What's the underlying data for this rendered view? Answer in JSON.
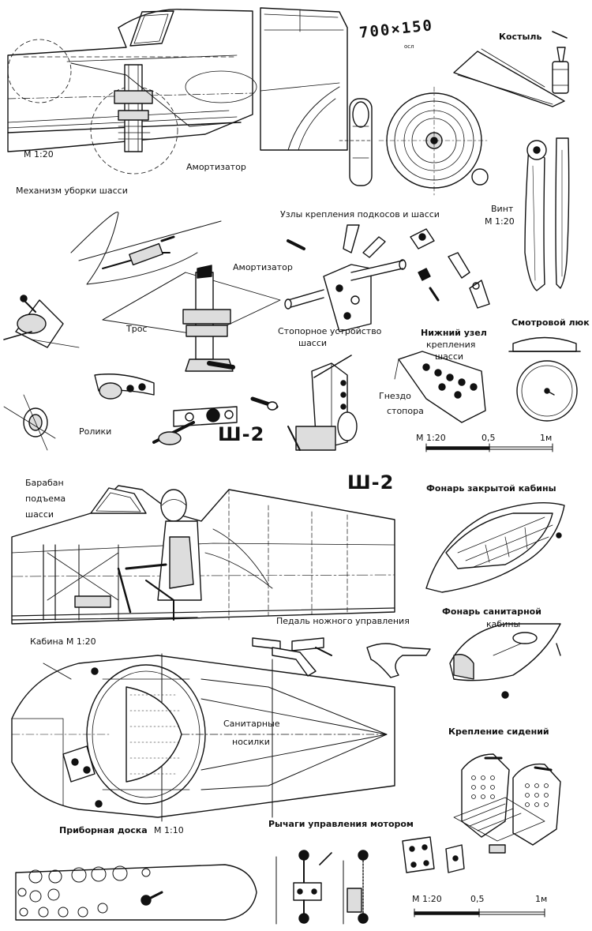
{
  "top": {
    "scale_label": "М 1:20",
    "retraction_title": "Механизм уборки шасси",
    "shock_absorber_1": "Амортизатор",
    "tire_size": "700×150",
    "tire_sub": "осл",
    "tail_skid": "Костыль",
    "propeller": "Винт",
    "propeller_scale": "М 1:20"
  },
  "middle": {
    "mounts_title": "Узлы крепления подкосов и шасси",
    "shock_absorber_2": "Амортизатор",
    "cable": "Трос",
    "lock_device": "Стопорное устройство",
    "lock_device_2": "шасси",
    "lower_mount_1": "Нижний узел",
    "lower_mount_2": "крепления",
    "lower_mount_3": "шасси",
    "lock_socket_1": "Гнездо",
    "lock_socket_2": "стопора",
    "inspection_hatch": "Смотровой люк",
    "rollers": "Ролики",
    "model_name": "Ш-2",
    "scale_bar": {
      "left": "М 1:20",
      "mid": "0,5",
      "right": "1м"
    }
  },
  "lower": {
    "drum_1": "Барабан",
    "drum_2": "подъема",
    "drum_3": "шасси",
    "model_name": "Ш-2",
    "closed_canopy": "Фонарь закрытой кабины",
    "pedals": "Педаль ножного управления",
    "cabin_scale": "Кабина  М 1:20",
    "ambulance_canopy_1": "Фонарь санитарной",
    "ambulance_canopy_2": "кабины",
    "stretcher_1": "Санитарные",
    "stretcher_2": "носилки",
    "seat_mount": "Крепление сидений",
    "instrument_panel": "Приборная доска",
    "panel_scale": "М 1:10",
    "engine_levers": "Рычаги управления мотором",
    "scale_bar": {
      "left": "М 1:20",
      "mid": "0,5",
      "right": "1м"
    }
  }
}
